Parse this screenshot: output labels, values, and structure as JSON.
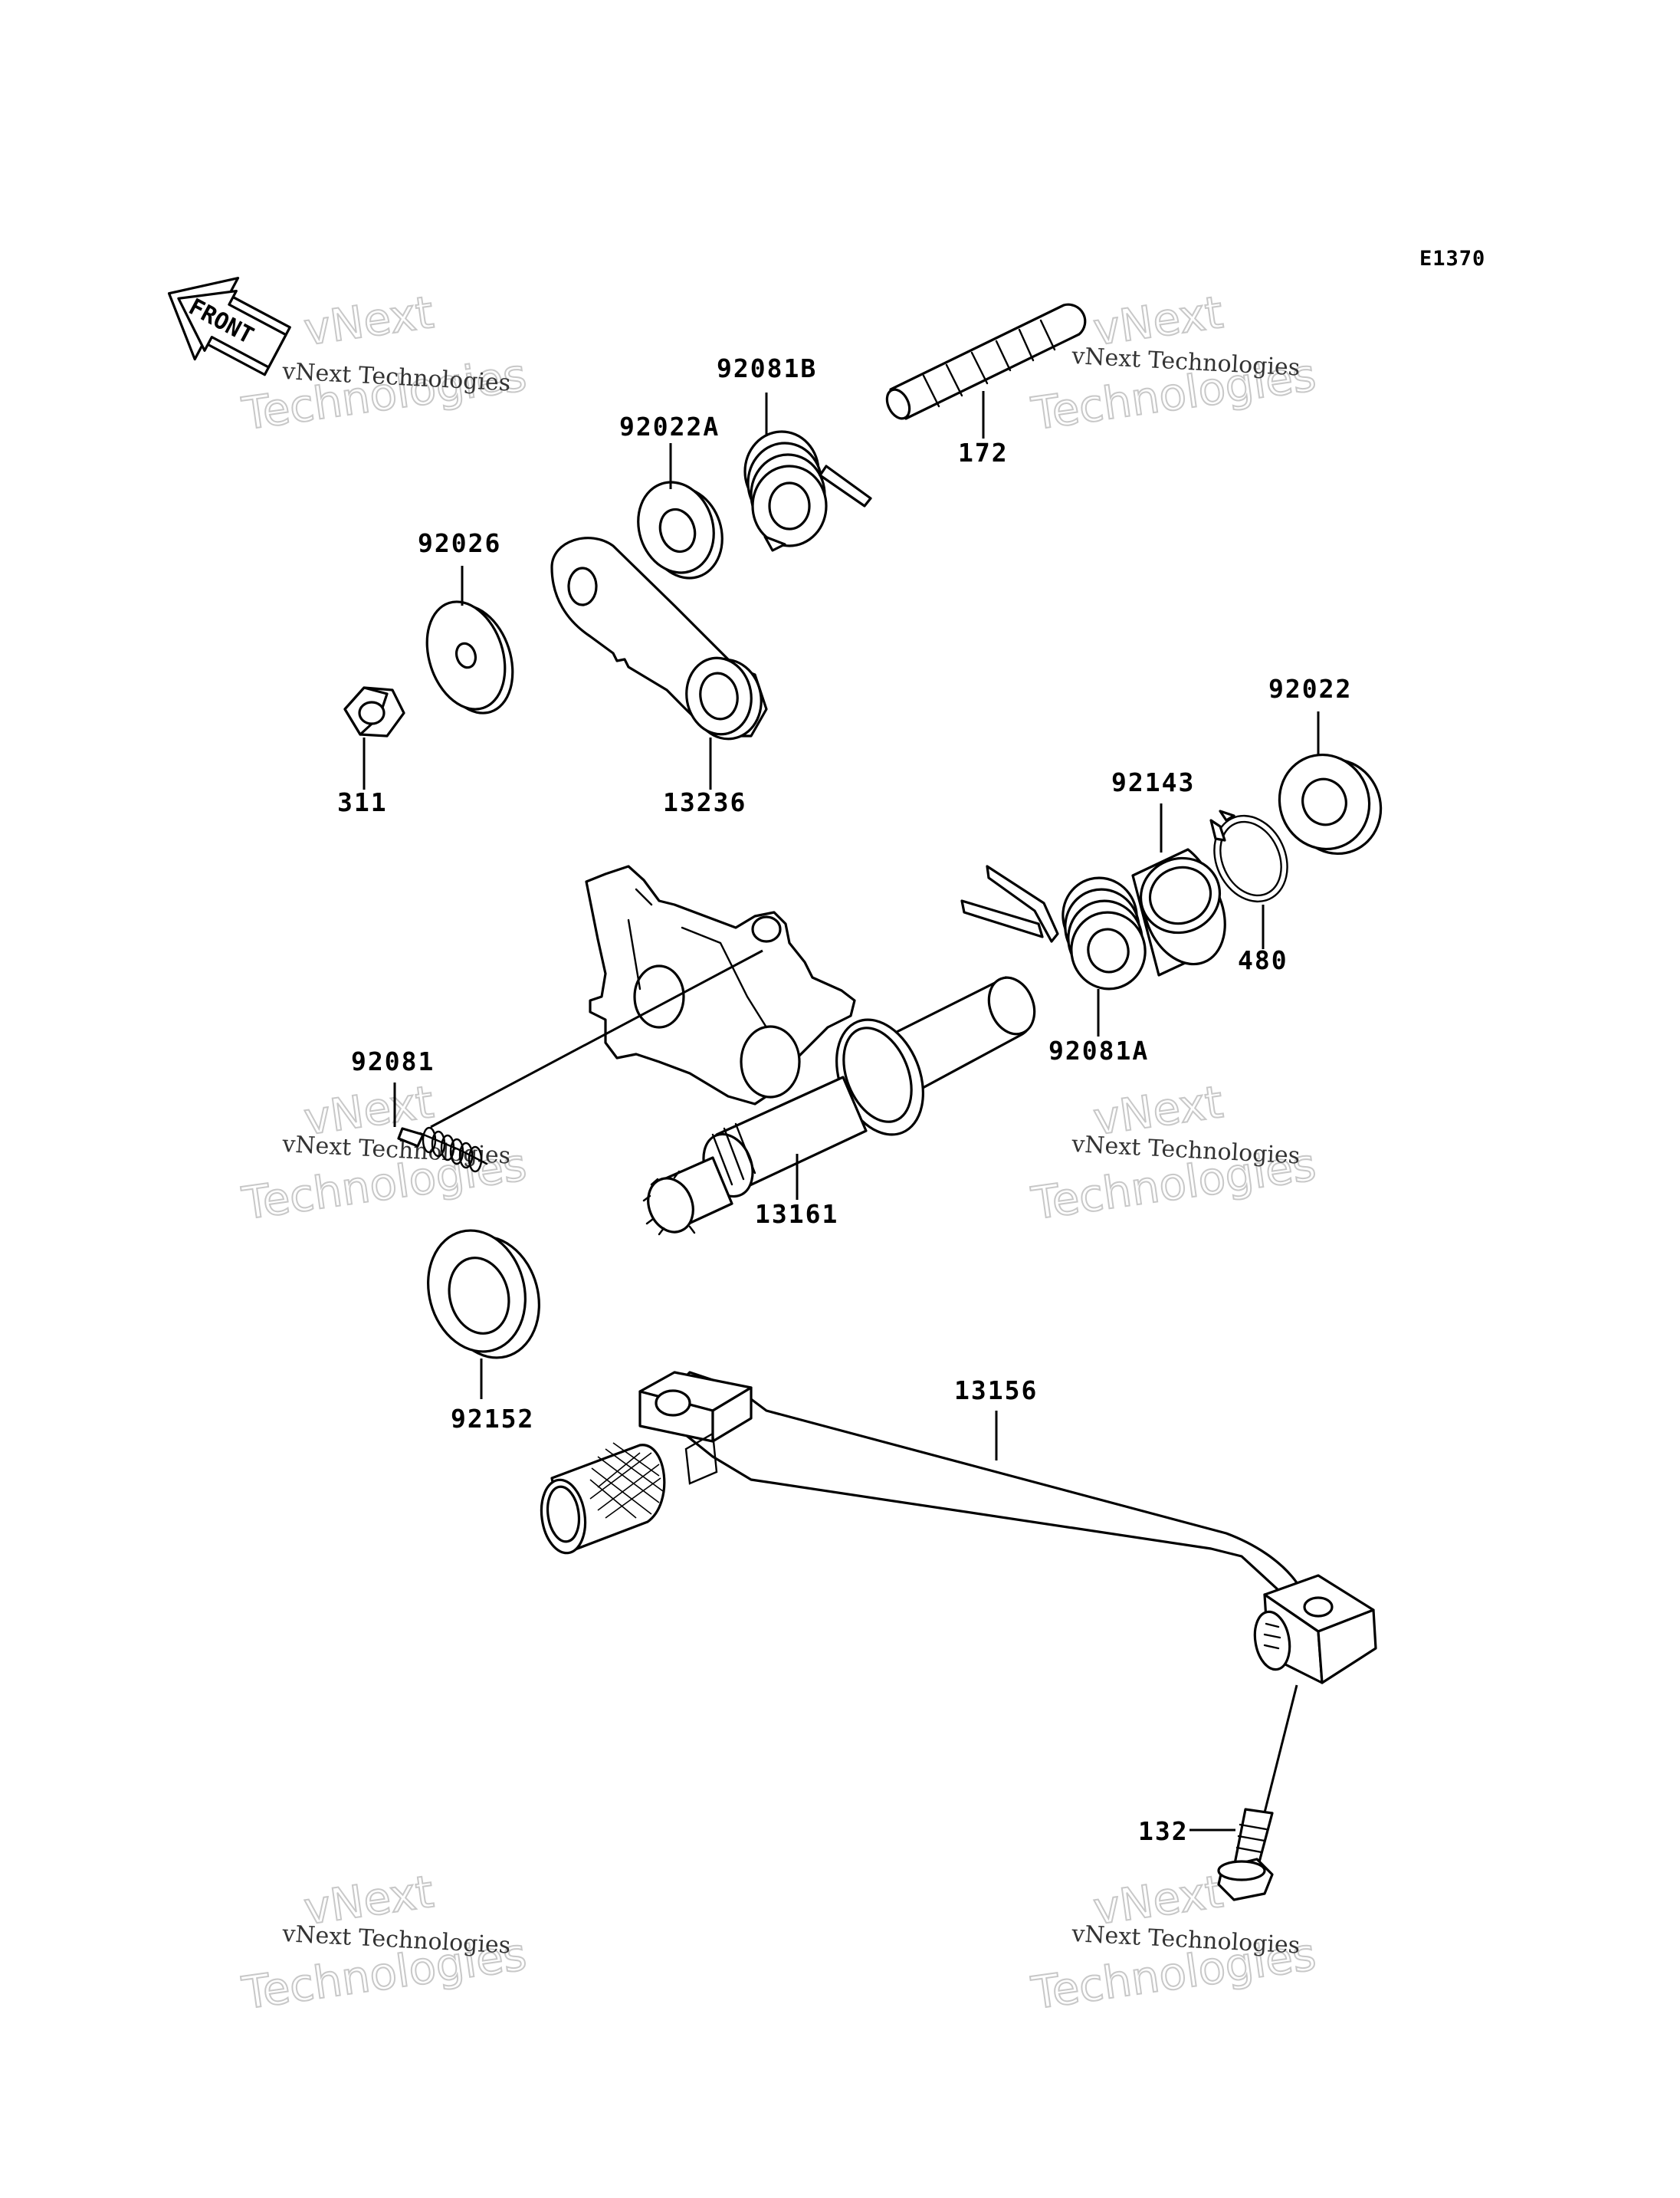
{
  "diagram_code": "E1370",
  "front_label": "FRONT",
  "watermark": {
    "small": "vNext Technologies",
    "big_line1": "vNext",
    "big_line2": "Technologies"
  },
  "callouts": {
    "p92081B": "92081B",
    "p172": "172",
    "p92022A": "92022A",
    "p92026": "92026",
    "p311": "311",
    "p13236": "13236",
    "p92022": "92022",
    "p92143": "92143",
    "p480": "480",
    "p92081A": "92081A",
    "p92081": "92081",
    "p13161": "13161",
    "p92152": "92152",
    "p13156": "13156",
    "p132": "132"
  }
}
